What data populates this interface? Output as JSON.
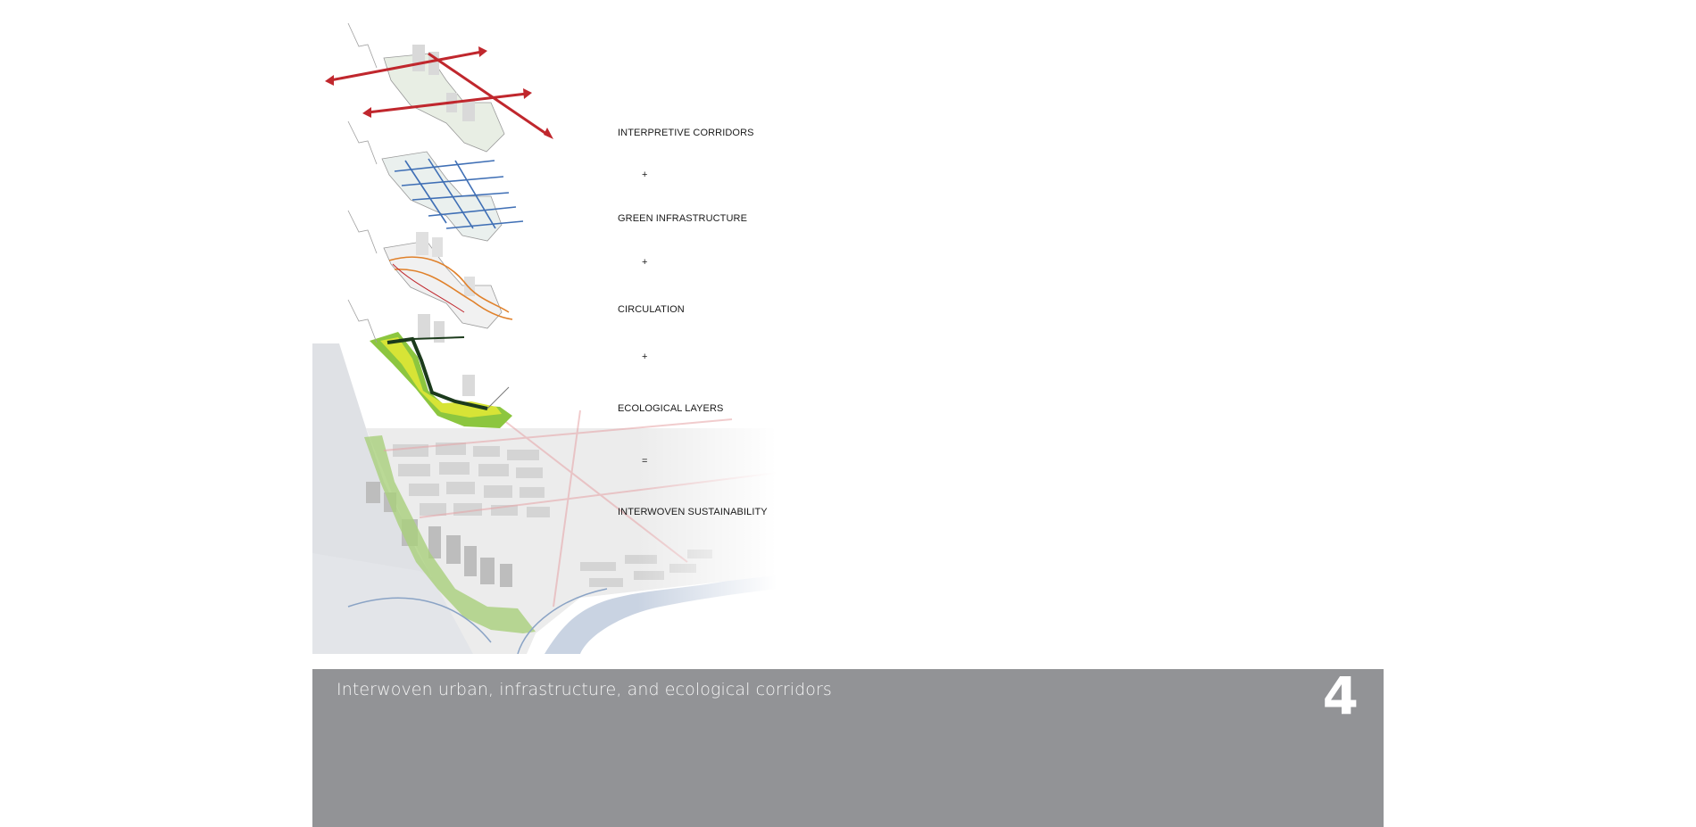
{
  "layers": [
    {
      "label": "INTERPRETIVE CORRIDORS",
      "color": "#c0272d"
    },
    {
      "label": "GREEN INFRASTRUCTURE",
      "color": "#3f6fb5"
    },
    {
      "label": "CIRCULATION",
      "color": "#e0812b"
    },
    {
      "label": "ECOLOGICAL LAYERS",
      "color": "#8cc63f"
    }
  ],
  "operators": [
    "+",
    "+",
    "+",
    "="
  ],
  "result_label": "INTERWOVEN SUSTAINABILITY",
  "caption": "Interwoven urban, infrastructure, and ecological corridors",
  "page_number": "4"
}
